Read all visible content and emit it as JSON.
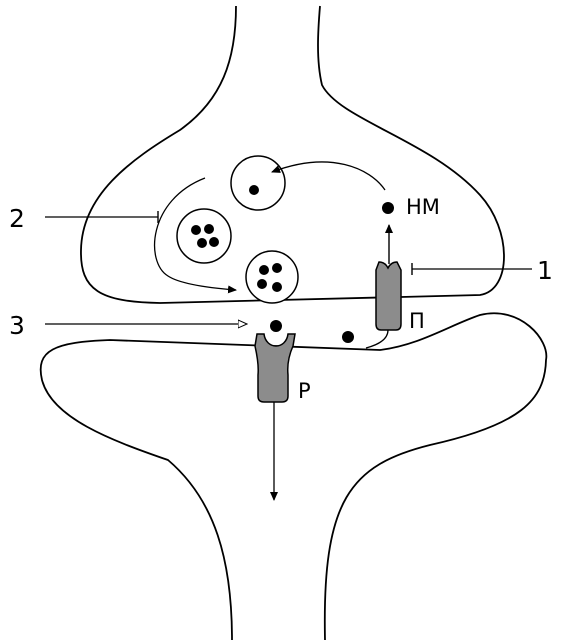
{
  "labels": {
    "num1": "1",
    "num2": "2",
    "num3": "3",
    "nm": "НМ",
    "p": "П",
    "r": "Р"
  },
  "colors": {
    "stroke": "#000000",
    "membrane_protein": "#8c8c8c",
    "background": "#ffffff"
  }
}
